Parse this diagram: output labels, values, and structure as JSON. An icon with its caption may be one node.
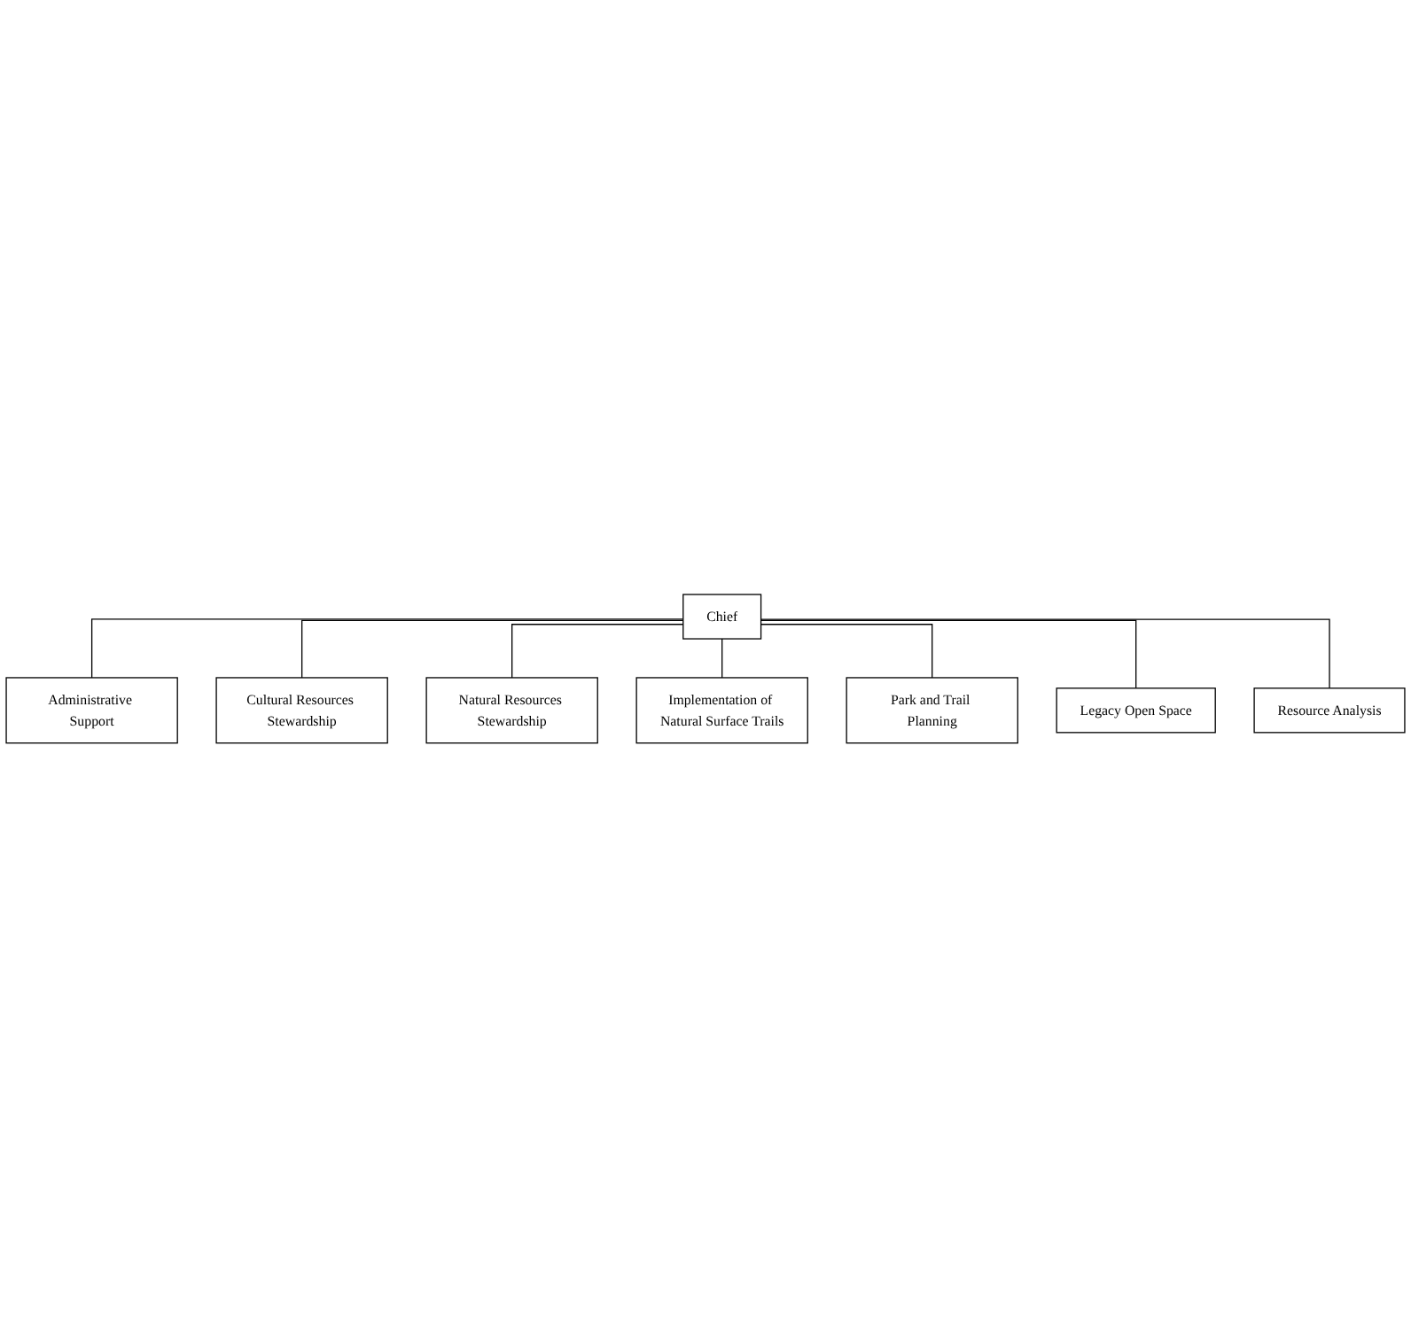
{
  "diagram": {
    "nodes": [
      {
        "text": [
          "Chief"
        ]
      },
      {
        "text": [
          "Administrative Support"
        ]
      },
      {
        "text": [
          "Cultural Resources Stewardship"
        ]
      },
      {
        "text": [
          "Natural Resources Stewardship"
        ]
      },
      {
        "text": [
          "Implementation of Natural Surface Trails"
        ]
      },
      {
        "text": [
          "Park and Trail Planning"
        ]
      },
      {
        "text": [
          "Legacy Open Space"
        ]
      },
      {
        "text": [
          "Resource Analysis"
        ]
      }
    ],
    "edges": [
      {
        "from": 0,
        "to": 1,
        "arrow": "none"
      },
      {
        "from": 0,
        "to": 2,
        "arrow": "none"
      },
      {
        "from": 0,
        "to": 3,
        "arrow": "none"
      },
      {
        "from": 0,
        "to": 4,
        "arrow": "none"
      },
      {
        "from": 0,
        "to": 5,
        "arrow": "none"
      },
      {
        "from": 0,
        "to": 6,
        "arrow": "none"
      },
      {
        "from": 0,
        "to": 7,
        "arrow": "none"
      }
    ]
  }
}
